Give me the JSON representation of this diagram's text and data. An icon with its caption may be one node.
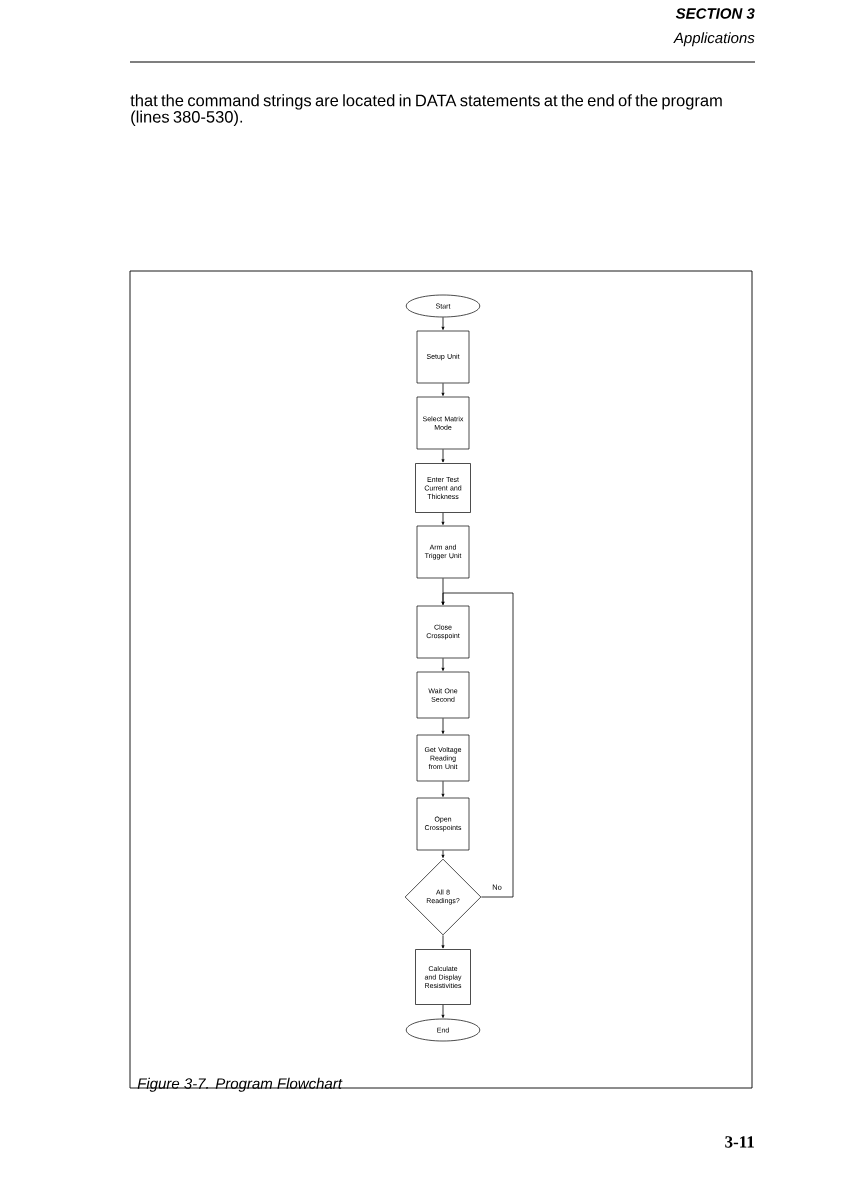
{
  "diagram": {
    "caption": "*Figure 3-7. Program Flowchart*",
    "nodes": [
      {
        "text": [
          "Start"
        ]
      },
      {
        "text": [
          "Setup Unit"
        ]
      },
      {
        "text": [
          "Select Matrix Mode"
        ]
      },
      {
        "text": [
          "Enter Test Current and Thickness"
        ]
      },
      {
        "text": [
          "Arm and Trigger Unit"
        ]
      },
      {
        "text": [
          "Close Crosspoint"
        ]
      },
      {
        "text": [
          "Wait One Second"
        ]
      },
      {
        "text": [
          "Get Voltage Reading from Unit"
        ]
      },
      {
        "text": [
          "Open Crosspoints"
        ]
      },
      {
        "text": [
          "All 8 Readings?"
        ]
      },
      {
        "text": [
          "Calculate and Display Resistivities"
        ]
      },
      {
        "text": [
          "End"
        ]
      }
    ],
    "edges": [
      {
        "from": 0,
        "to": 1,
        "arrow": "to"
      },
      {
        "from": 1,
        "to": 2,
        "arrow": "to"
      },
      {
        "from": 2,
        "to": 3,
        "arrow": "to"
      },
      {
        "from": 3,
        "to": 4,
        "arrow": "to"
      },
      {
        "from": 4,
        "to": 5,
        "arrow": "to"
      },
      {
        "from": 5,
        "to": 6,
        "arrow": "to"
      },
      {
        "from": 6,
        "to": 7,
        "arrow": "to"
      },
      {
        "from": 7,
        "to": 8,
        "arrow": "to"
      },
      {
        "from": 8,
        "to": 9,
        "arrow": "to"
      },
      {
        "from": 9,
        "to": 5,
        "arrow": "to",
        "label": "No"
      },
      {
        "from": 9,
        "to": 10,
        "arrow": "to"
      },
      {
        "from": 10,
        "to": 11,
        "arrow": "to"
      }
    ],
    "labels": [
      "SECTION 3",
      "Applications",
      "that the command strings are located in DATA statements at the end of the program (lines 380-530).",
      "3-11"
    ]
  }
}
